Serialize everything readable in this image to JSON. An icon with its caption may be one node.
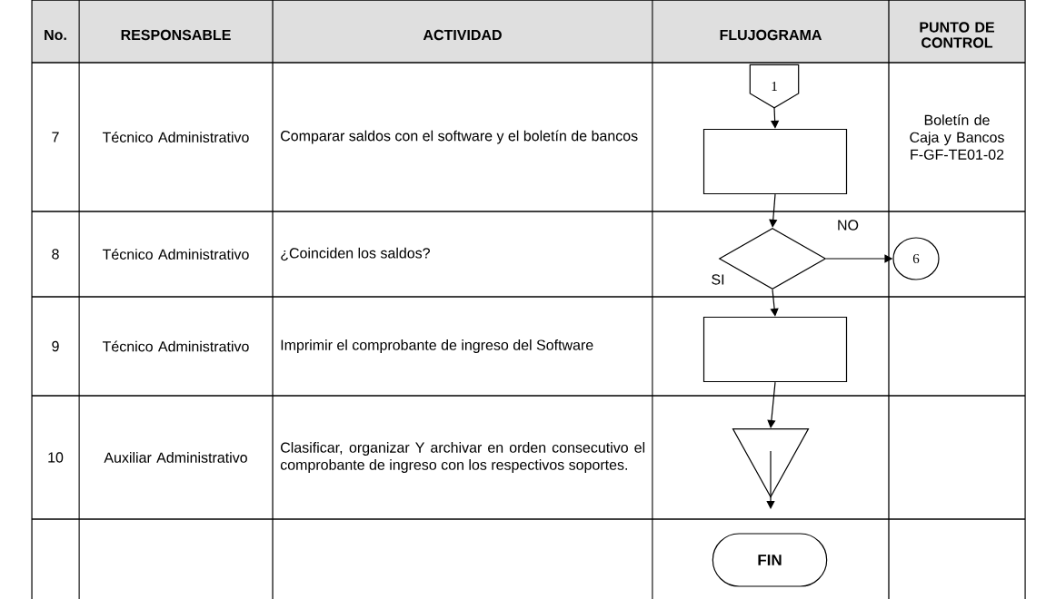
{
  "diagram": {
    "nodes": [
      {
        "text": [
          "1"
        ]
      },
      {
        "text": [],
        "shape": "box"
      },
      {
        "text": [],
        "shape": "diamond"
      },
      {
        "text": [
          "6"
        ]
      },
      {
        "text": [],
        "shape": "box"
      },
      {
        "text": [],
        "shape": "triangle"
      },
      {
        "text": [
          "FIN"
        ]
      }
    ],
    "edges": [
      {
        "from": 0,
        "to": 1,
        "arrow": "to"
      },
      {
        "from": 1,
        "to": 2,
        "arrow": "to"
      },
      {
        "from": 2,
        "to": 3,
        "arrow": "to",
        "label": "NO"
      },
      {
        "from": 2,
        "to": 4,
        "arrow": "to",
        "label": "SI"
      },
      {
        "from": 4,
        "to": 5,
        "arrow": "to"
      },
      {
        "from": 5,
        "to": null,
        "arrow": "to"
      }
    ],
    "labels": [
      "No.",
      "RESPONSABLE",
      "ACTIVIDAD",
      "FLUJOGRAMA",
      "PUNTO DE CONTROL",
      "7",
      "Técnico Administrativo",
      "Comparar saldos con el software y el boletín de bancos",
      "Boletín de Caja y Bancos F-GF-TE01-02",
      "8",
      "Técnico Administrativo",
      "¿Coinciden los saldos?",
      "9",
      "Técnico Administrativo",
      "Imprimir el comprobante de ingreso del Software",
      "10",
      "Auxiliar Administrativo",
      "Clasificar, organizar Y archivar en orden consecutivo el comprobante de ingreso con los respectivos soportes."
    ]
  }
}
